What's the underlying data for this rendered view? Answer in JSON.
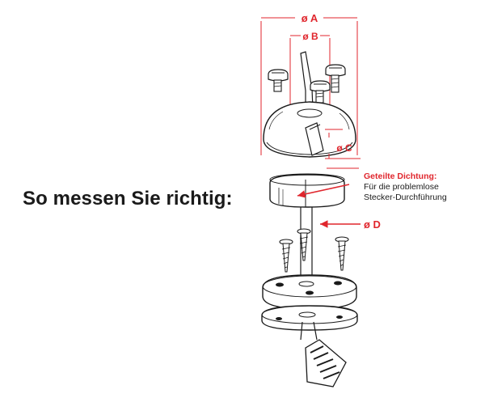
{
  "heading": "So messen Sie richtig:",
  "dimensions": {
    "a": "ø A",
    "b": "ø B",
    "c": "ø C",
    "d": "ø D"
  },
  "note": {
    "title": "Geteilte Dichtung:",
    "line1": "Für die problemlose",
    "line2": "Stecker-Durchführung"
  },
  "colors": {
    "accent": "#e0262d",
    "ink": "#1a1a1a"
  }
}
